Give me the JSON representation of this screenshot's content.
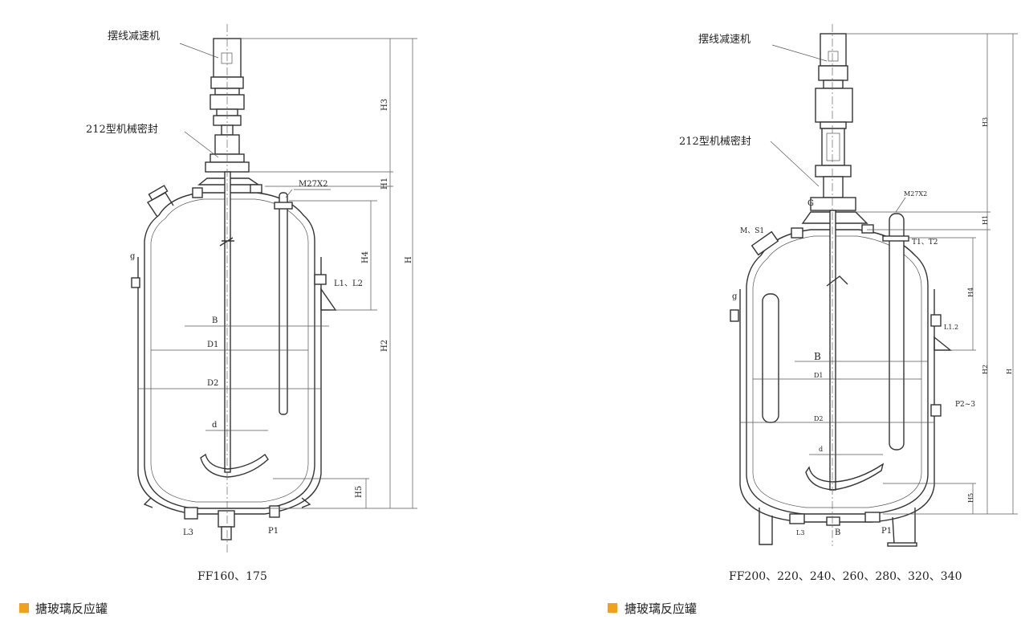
{
  "left_drawing": {
    "callout_motor": "摆线减速机",
    "callout_seal": "212型机械密封",
    "nozzle_label": "M27X2",
    "dim_h": "H",
    "dim_h1": "H1",
    "dim_h2": "H2",
    "dim_h3": "H3",
    "dim_h4": "H4",
    "dim_h5": "H5",
    "dim_b": "B",
    "dim_d1": "D1",
    "dim_d2": "D2",
    "dim_d": "d",
    "port_g": "g",
    "port_l12": "L1、L2",
    "port_l3": "L3",
    "port_p1": "P1",
    "caption": "FF160、175"
  },
  "right_drawing": {
    "callout_motor": "摆线减速机",
    "callout_seal": "212型机械密封",
    "nozzle_label": "M27X2",
    "port_gc": "G",
    "port_ms": "M、S1",
    "port_t": "T1、T2",
    "dim_h": "H",
    "dim_h1": "H1",
    "dim_h2": "H2",
    "dim_h3": "H3",
    "dim_h4": "H4",
    "dim_h5": "H5",
    "dim_b": "B",
    "dim_d1": "D1",
    "dim_d2": "D2",
    "dim_d": "d",
    "port_g": "g",
    "port_l12": "L1.2",
    "port_p23": "P2~3",
    "port_l3": "L3",
    "port_b": "B",
    "port_p1": "P1",
    "caption": "FF200、220、240、260、280、320、340"
  },
  "section_titles": {
    "left": "搪玻璃反应罐",
    "right": "搪玻璃反应罐"
  },
  "colors": {
    "accent_square": "#f5a01a",
    "line": "#333333"
  }
}
